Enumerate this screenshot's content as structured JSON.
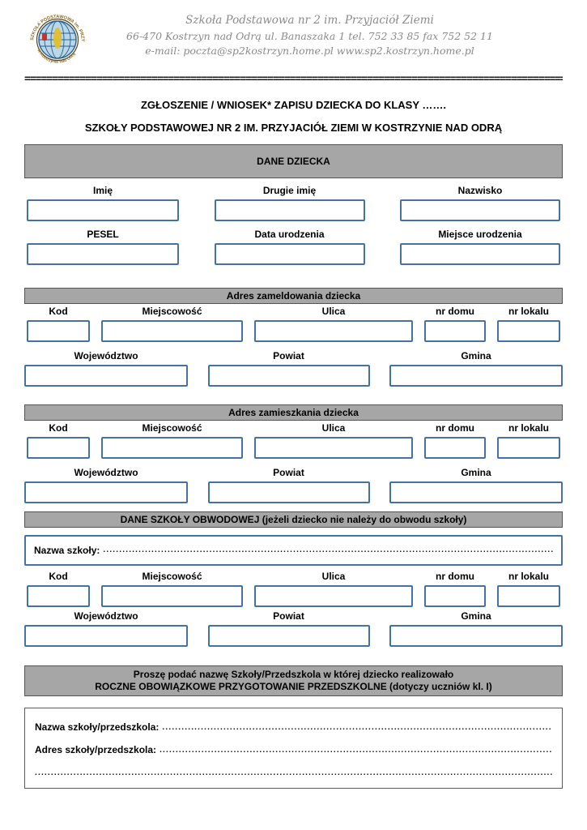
{
  "colors": {
    "accent_blue": "#4472a4",
    "bar_gray": "#a6a6a6",
    "header_text_gray": "#8a8a8a",
    "logo_gold": "#8c6a1e",
    "globe_blue": "#b9d7e8"
  },
  "header": {
    "school_name": "Szkoła Podstawowa nr 2 im. Przyjaciół Ziemi",
    "address_line": "66-470  Kostrzyn nad Odrą ul. Banaszaka 1    tel. 752 33 85   fax 752 52 11",
    "contact_line": "e-mail: poczta@sp2kostrzyn.home.pl    www.sp2.kostrzyn.home.pl",
    "logo_text_top": "SZKOŁA PODSTAWOWA im. PRZYJACIÓŁ ZIEMI",
    "logo_text_bottom": "w Kostrzynie nad Odrą"
  },
  "separator": "==========================================================================================================",
  "title": {
    "line1": "ZGŁOSZENIE / WNIOSEK* ZAPISU DZIECKA DO KLASY …….",
    "line2": "SZKOŁY PODSTAWOWEJ NR 2 IM. PRZYJACIÓŁ ZIEMI W KOSTRZYNIE NAD ODRĄ"
  },
  "labels": {
    "imie": "Imię",
    "drugie_imie": "Drugie imię",
    "nazwisko": "Nazwisko",
    "pesel": "PESEL",
    "data_urodzenia": "Data urodzenia",
    "miejsce_urodzenia": "Miejsce urodzenia",
    "kod": "Kod",
    "miejscowosc": "Miejscowość",
    "ulica": "Ulica",
    "nr_domu": "nr domu",
    "nr_lokalu": "nr lokalu",
    "wojewodztwo": "Województwo",
    "powiat": "Powiat",
    "gmina": "Gmina"
  },
  "sections": {
    "dane_dziecka": {
      "heading": "DANE DZIECKA"
    },
    "zameldowanie": {
      "heading": "Adres  zameldowania dziecka"
    },
    "zamieszkanie": {
      "heading": "Adres zamieszkania dziecka"
    },
    "szkola_obwodowa": {
      "heading": "DANE SZKOŁY OBWODOWEJ (jeżeli dziecko nie należy do obwodu szkoły)",
      "nazwa_szkoly_label": "Nazwa szkoły:"
    },
    "przygotowanie": {
      "heading_line1": "Proszę podać nazwę Szkoły/Przedszkola w której dziecko realizowało",
      "heading_line2": "ROCZNE OBOWIĄZKOWE PRZYGOTOWANIE PRZEDSZKOLNE (dotyczy uczniów kl. I)",
      "nazwa_label": "Nazwa szkoły/przedszkola:",
      "adres_label": "Adres szkoły/przedszkola:"
    }
  },
  "dots_leader": "...................................................................................................................................................................................................................................................."
}
